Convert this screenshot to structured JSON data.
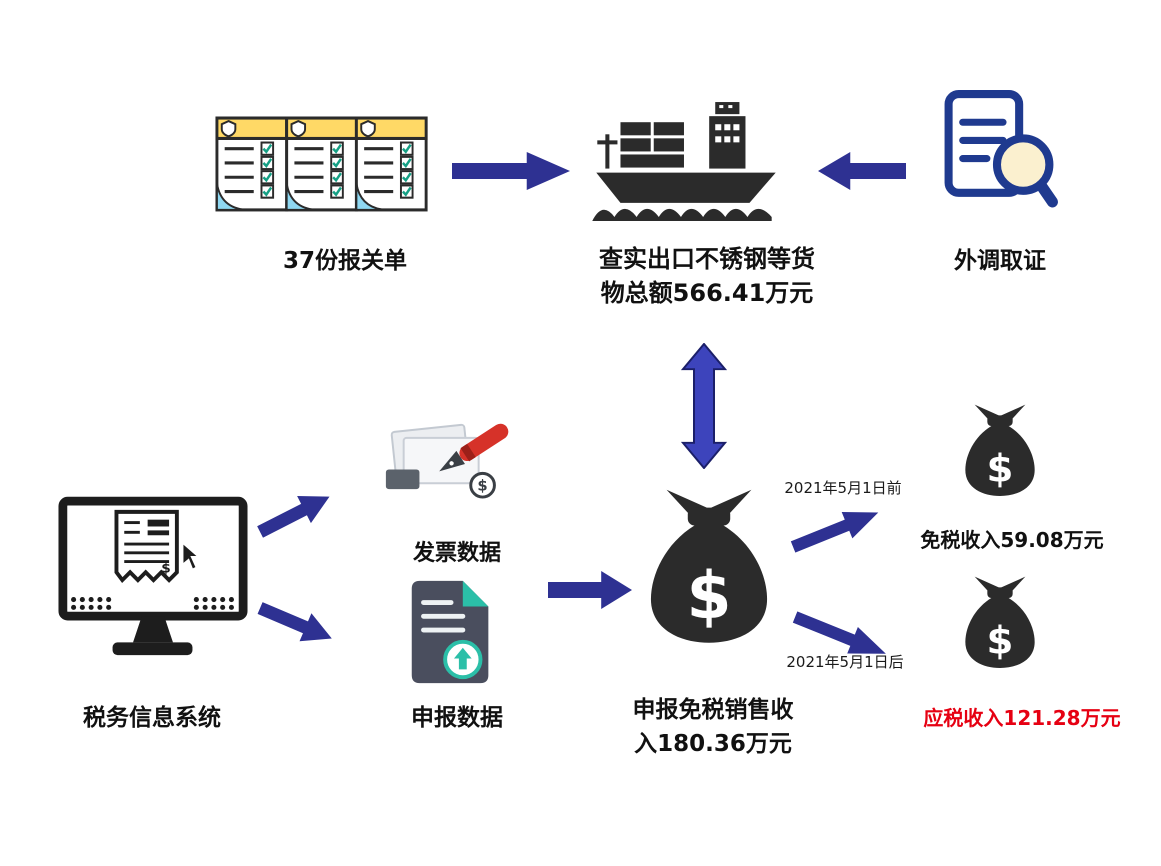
{
  "flow": {
    "customs_docs": {
      "label": "37份报关单",
      "icon": "customs-declaration-documents-icon"
    },
    "export_ship": {
      "label_line1": "查实出口不锈钢等货",
      "label_line2": "物总额566.41万元",
      "icon": "cargo-ship-icon"
    },
    "external_evidence": {
      "label": "外调取证",
      "icon": "document-magnifier-icon"
    },
    "tax_info_system": {
      "label": "税务信息系统",
      "icon": "computer-receipt-icon"
    },
    "invoice_data": {
      "label": "发票数据",
      "icon": "invoice-pen-icon"
    },
    "declaration_data": {
      "label": "申报数据",
      "icon": "upload-document-icon"
    },
    "declared_tax_free_sales": {
      "label_line1": "申报免税销售收",
      "label_line2": "入180.36万元",
      "icon": "money-bag-icon"
    },
    "tax_free_income": {
      "label": "免税收入59.08万元",
      "icon": "money-bag-icon"
    },
    "taxable_income": {
      "label": "应税收入121.28万元",
      "icon": "money-bag-icon"
    }
  },
  "annotations": {
    "before_date": "2021年5月1日前",
    "after_date": "2021年5月1日后"
  },
  "glyphs": {
    "dollar": "$"
  },
  "colors": {
    "arrow": "#2e3192",
    "arrow_light": "#3d44bc",
    "icon_dark": "#2b2b2b",
    "navy": "#1f3a8f",
    "teal": "#2bbfa8",
    "yellow": "#ffd966",
    "light_blue": "#8fd8f2",
    "pen_red": "#d63229",
    "taxable_red": "#e60012"
  }
}
